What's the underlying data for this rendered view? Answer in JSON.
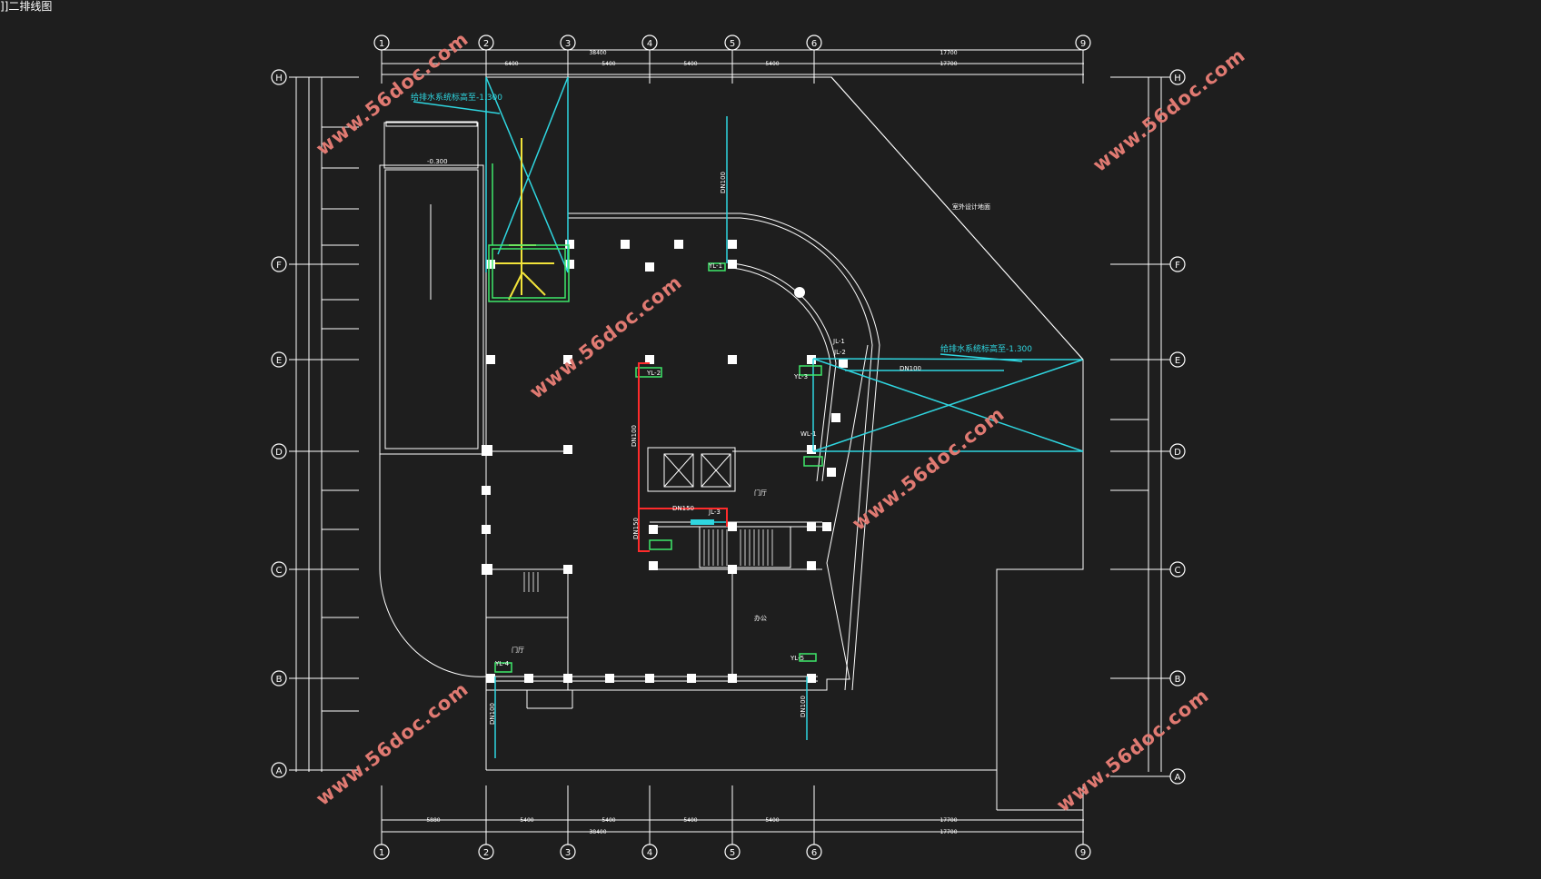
{
  "title": "]]二排线图",
  "watermark": "www.56doc.com",
  "axes_cols": [
    "1",
    "2",
    "3",
    "4",
    "5",
    "6",
    "9"
  ],
  "axes_rows": [
    "H",
    "F",
    "E",
    "D",
    "C",
    "B",
    "A"
  ],
  "dims_top_total": "38400",
  "dims_top_row1": [
    "6400",
    "5400",
    "5400",
    "5400"
  ],
  "dims_top_17700": "17700",
  "dims_bottom_total": "38400",
  "dims_bottom_row": [
    "5880",
    "5400",
    "5400",
    "5400",
    "5400",
    "17700"
  ],
  "elev_top": "给排水系统标高至-1.300",
  "elev_right": "给排水系统标高至-1.300",
  "pipe_dn100": "DN100",
  "pipe_dn150": "DN150",
  "labels": {
    "yl1": "YL-1",
    "yl2": "YL-2",
    "yl3": "YL-3",
    "yl4": "YL-4",
    "yl5": "YL-5",
    "jl1": "JL-1",
    "jl2": "JL-2",
    "wl1": "WL-1",
    "jl3": "JL-3",
    "men1": "门厅",
    "men2": "门厅",
    "room_sec": "办公",
    "elev_note": "-0.300",
    "slope_note": "室外设计地面"
  }
}
